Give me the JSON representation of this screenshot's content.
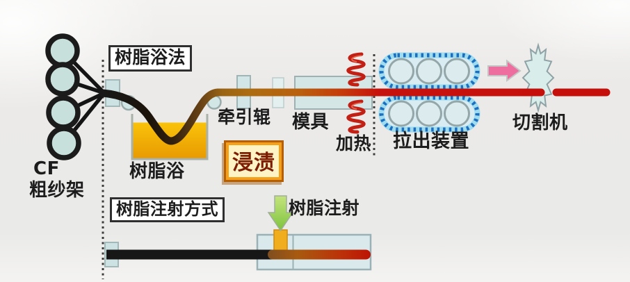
{
  "stations": {
    "cf_rack": {
      "label_line1": "CF",
      "label_line2": "粗纱架"
    },
    "method_top": {
      "label": "树脂浴法"
    },
    "resin_bath": {
      "label": "树脂浴"
    },
    "pulling_roller": {
      "label": "牵引辊"
    },
    "impregnation": {
      "label": "浸渍"
    },
    "mold": {
      "label": "模具"
    },
    "heating": {
      "label": "加热"
    },
    "pulling_device": {
      "label": "拉出装置"
    },
    "cutter": {
      "label": "切割机"
    },
    "method_bottom": {
      "label": "树脂注射方式"
    },
    "resin_injection": {
      "label": "树脂注射"
    }
  },
  "colors": {
    "label_text": "#1c1c1c",
    "rod_red": "#c50f0b",
    "rod_black": "#171717",
    "spool_ring": "#1b1b1b",
    "spool_fill": "#c7e0dc",
    "equipment_fill": "#d6e8ea",
    "equipment_border": "#9fb3b5",
    "resin_yellow": "#f7bb06",
    "resin_orange": "#e89a02",
    "impregnation_bg": "#f6a019",
    "impregnation_border": "#b35f05",
    "impregnation_text": "#7c1c00",
    "heater_red": "#c22015",
    "belt_band": "#9fdcef",
    "belt_dots": "#1c6fbe",
    "pink_arrow": "#ee6f9f",
    "green_arrow": "#8ccb43",
    "injection_channel": "#f0ad1d",
    "dotted_line": "#3c3c3c"
  }
}
